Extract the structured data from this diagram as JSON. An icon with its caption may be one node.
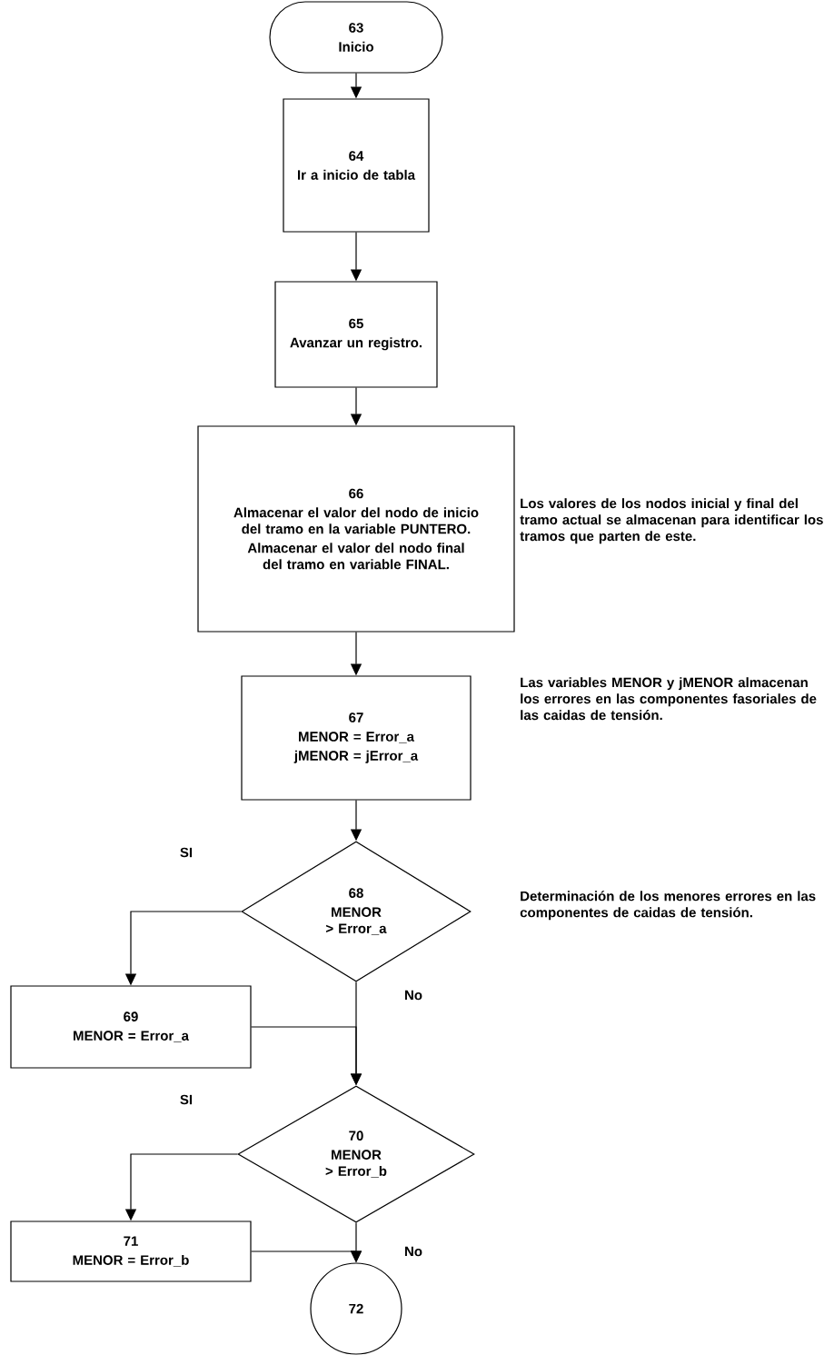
{
  "diagram": {
    "nodes": [
      {
        "text": [
          "63",
          "Inicio"
        ]
      },
      {
        "text": [
          "64",
          "Ir a inicio de tabla"
        ]
      },
      {
        "text": [
          "65",
          "Avanzar un registro."
        ]
      },
      {
        "text": [
          "66",
          "Almacenar el valor del nodo de inicio del tramo en la variable PUNTERO.",
          "Almacenar el valor del nodo final del tramo en variable FINAL."
        ]
      },
      {
        "text": [
          "67",
          "MENOR = Error_a",
          "jMENOR = jError_a"
        ]
      },
      {
        "text": [
          "68",
          "MENOR > Error_a"
        ]
      },
      {
        "text": [
          "69",
          "MENOR = Error_a"
        ]
      },
      {
        "text": [
          "70",
          "MENOR > Error_b"
        ]
      },
      {
        "text": [
          "71",
          "MENOR = Error_b"
        ]
      },
      {
        "text": [
          "72"
        ]
      }
    ],
    "edges": [
      {
        "from": 0,
        "to": 1,
        "arrow": "to"
      },
      {
        "from": 1,
        "to": 2,
        "arrow": "to"
      },
      {
        "from": 2,
        "to": 3,
        "arrow": "to"
      },
      {
        "from": 3,
        "to": 4,
        "arrow": "to"
      },
      {
        "from": 4,
        "to": 5,
        "arrow": "to"
      },
      {
        "from": 5,
        "to": 6,
        "arrow": "to",
        "label": "SI"
      },
      {
        "from": 5,
        "to": 7,
        "arrow": "to",
        "label": "No"
      },
      {
        "from": 6,
        "to": 7,
        "arrow": "to"
      },
      {
        "from": 7,
        "to": 8,
        "arrow": "to",
        "label": "SI"
      },
      {
        "from": 7,
        "to": 9,
        "arrow": "to",
        "label": "No"
      },
      {
        "from": 8,
        "to": 9,
        "arrow": "to"
      }
    ],
    "labels": [
      "Los valores de los nodos inicial y final del tramo actual se almacenan para identificar los tramos que parten de este.",
      "Las variables MENOR y jMENOR almacenan los errores en las componentes fasoriales de las caidas de tensión.",
      "Determinación de los menores errores en las componentes de caidas de tensión."
    ]
  }
}
